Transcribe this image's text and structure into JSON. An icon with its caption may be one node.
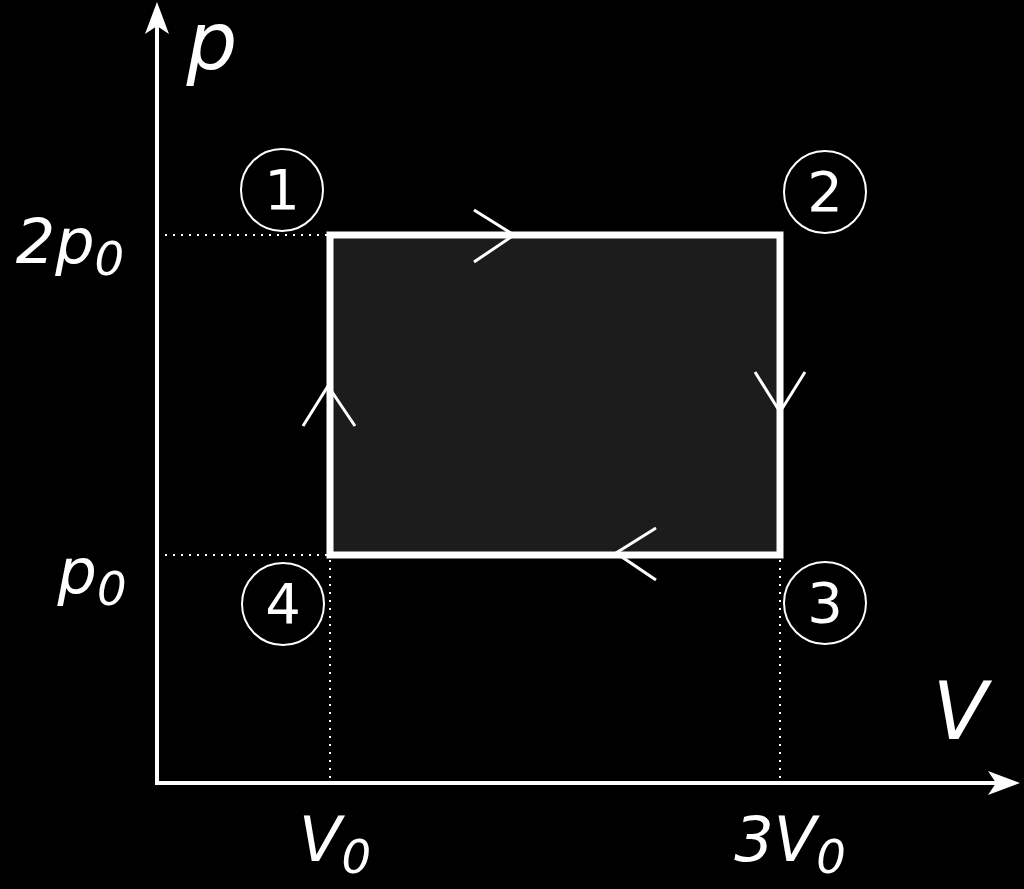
{
  "diagram": {
    "labels": [
      "p",
      "1",
      "2",
      "2p$_{0}$",
      "p$_{0}$",
      "4",
      "3",
      "V",
      "V$_{0}$",
      "3V$_{0}$"
    ]
  }
}
